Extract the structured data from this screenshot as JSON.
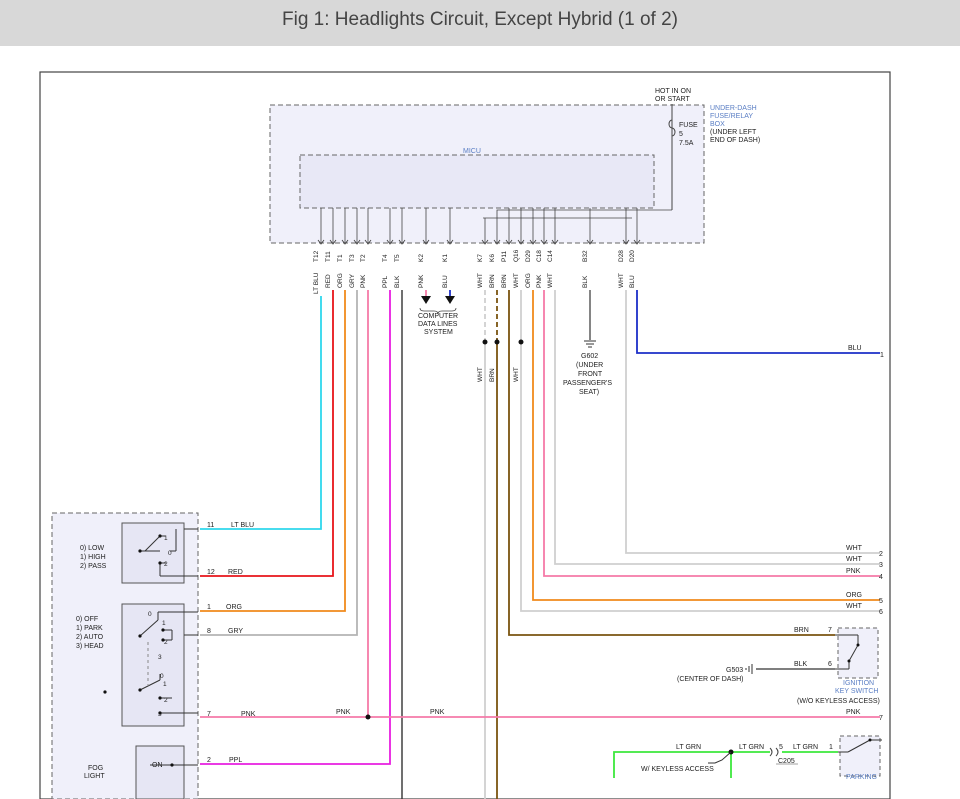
{
  "page": {
    "title": "Fig 1: Headlights Circuit, Except Hybrid (1 of 2)"
  },
  "labels": {
    "hot1": "HOT IN ON",
    "hot2": "OR START",
    "udf1": "UNDER-DASH",
    "udf2": "FUSE/RELAY",
    "udf3": "BOX",
    "udf4": "(UNDER LEFT",
    "udf5": "END OF DASH)",
    "fuse1": "FUSE",
    "fuse2": "5",
    "fuse3": "7.5A",
    "micu": "MICU",
    "cdl1": "COMPUTER",
    "cdl2": "DATA LINES",
    "cdl3": "SYSTEM",
    "g602a": "G602",
    "g602b": "(UNDER",
    "g602c": "FRONT",
    "g602d": "PASSENGER'S",
    "g602e": "SEAT)",
    "g503a": "G503",
    "g503b": "(CENTER OF DASH)",
    "ign1": "IGNITION",
    "ign2": "KEY SWITCH",
    "ign3": "(W/O KEYLESS ACCESS)",
    "parking": "PARKING",
    "wkey": "W/ KEYLESS ACCESS",
    "c205": "C205",
    "fog1": "FOG",
    "fog2": "LIGHT",
    "on": "ON",
    "sw1a": "0) LOW",
    "sw1b": "1) HIGH",
    "sw1c": "2) PASS",
    "sw2a": "0) OFF",
    "sw2b": "1) PARK",
    "sw2c": "2) AUTO",
    "sw2d": "3) HEAD"
  },
  "pins": {
    "p1": "T12",
    "p2": "T11",
    "p3": "T1",
    "p4": "T3",
    "p5": "T2",
    "p6": "T4",
    "p7": "T5",
    "p8": "K2",
    "p9": "K1",
    "p10": "K7",
    "p11": "K6",
    "p12": "P11",
    "p13": "Q16",
    "p14": "D29",
    "p15": "C18",
    "p16": "C14",
    "p17": "B32",
    "p18": "D28",
    "p19": "D20"
  },
  "wires": {
    "w1": "LT BLU",
    "w2": "RED",
    "w3": "ORG",
    "w4": "GRY",
    "w5": "PNK",
    "w6": "PPL",
    "w7": "BLK",
    "w8": "PNK",
    "w9": "BLU",
    "w10": "WHT",
    "w11": "BRN",
    "w12": "BRN",
    "w13": "WHT",
    "w14": "ORG",
    "w15": "PNK",
    "w16": "WHT",
    "w17": "BLK",
    "w18": "WHT",
    "w19": "BLU",
    "m1": "WHT",
    "m2": "BRN",
    "m3": "WHT",
    "h_blu": "BLU",
    "h1": "WHT",
    "h2": "WHT",
    "h3": "PNK",
    "h4": "ORG",
    "h5": "WHT",
    "h6": "BRN",
    "h7": "BLK",
    "h8": "PNK",
    "h9": "PNK",
    "h10": "PNK",
    "h11": "LT GRN",
    "h12": "LT GRN",
    "h13": "LT GRN",
    "l1": "LT BLU",
    "l2": "RED",
    "l3": "ORG",
    "l4": "GRY",
    "l5": "PNK",
    "l6": "PPL"
  },
  "nums": {
    "r1": "1",
    "r2": "2",
    "r3": "3",
    "r4": "4",
    "r5": "5",
    "r6": "6",
    "r7": "7",
    "i7": "7",
    "i6": "6",
    "c1": "11",
    "c2": "12",
    "c3": "1",
    "c4": "8",
    "c5": "7",
    "c6": "2",
    "s1": "1",
    "s0": "0",
    "s2": "2",
    "t0": "0",
    "t1": "1",
    "t2": "2",
    "t3": "3",
    "u0": "0",
    "u1": "1",
    "u2": "2",
    "u3": "3",
    "k5": "5",
    "k1": "1"
  },
  "colors": {
    "lt_blu": "#2fd7ec",
    "red": "#e8141a",
    "org": "#f08a1c",
    "gry": "#b4b4b4",
    "pnk": "#f57aa8",
    "ppl": "#e81ee0",
    "blk": "#333333",
    "blu": "#1c2fc8",
    "wht": "#cfcfcf",
    "brn": "#7a5410",
    "lt_grn": "#3ce83c",
    "box_fill": "#f0f0fa"
  }
}
